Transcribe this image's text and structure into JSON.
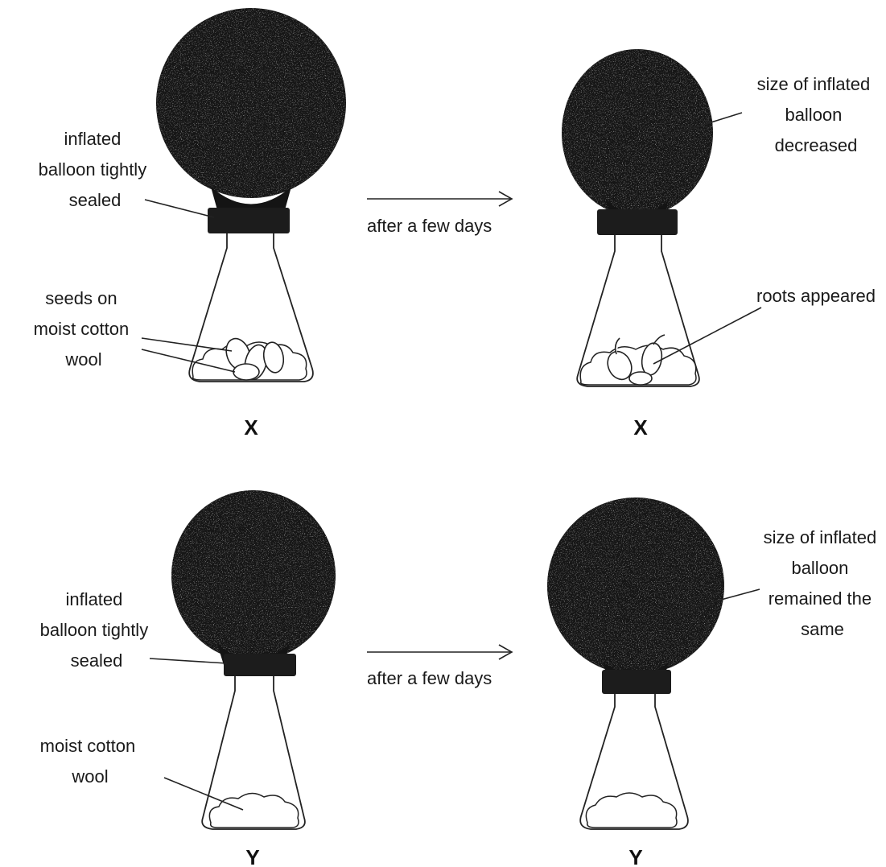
{
  "colors": {
    "balloon": "#141414",
    "balloon_speckle": "#8a8a8a",
    "stopper": "#1c1c1c",
    "line": "#222222",
    "background": "#ffffff"
  },
  "setup_x": {
    "before": {
      "balloon_label": [
        "inflated",
        "balloon tightly",
        "sealed"
      ],
      "contents_label": [
        "seeds on",
        "moist cotton",
        "wool"
      ],
      "caption": "X"
    },
    "arrow_label": "after a few days",
    "after": {
      "balloon_label": [
        "size of inflated",
        "balloon",
        "decreased"
      ],
      "contents_label": "roots appeared",
      "caption": "X"
    }
  },
  "setup_y": {
    "before": {
      "balloon_label": [
        "inflated",
        "balloon tightly",
        "sealed"
      ],
      "contents_label": [
        "moist cotton",
        "wool"
      ],
      "caption": "Y"
    },
    "arrow_label": "after a few days",
    "after": {
      "balloon_label": [
        "size of inflated",
        "balloon",
        "remained the",
        "same"
      ],
      "caption": "Y"
    }
  }
}
